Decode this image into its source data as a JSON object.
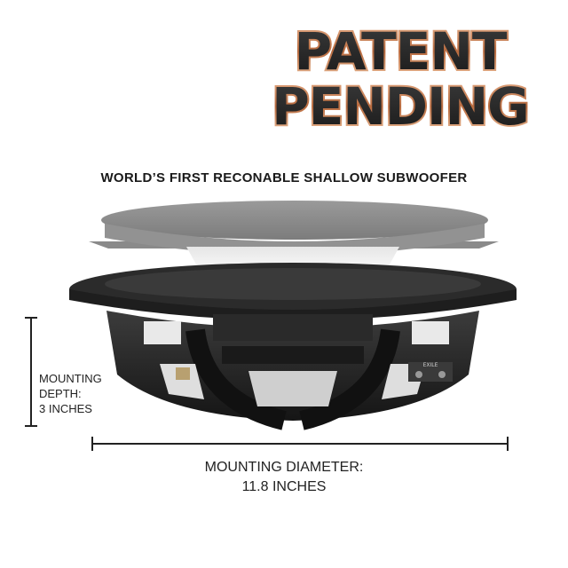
{
  "badge": {
    "line1": "PATENT",
    "line2": "PENDING",
    "fill_color": "#2a2a2a",
    "outline_color": "#c0825a"
  },
  "tagline": "WORLD’S FIRST RECONABLE SHALLOW SUBWOOFER",
  "product": {
    "terminal_text": "EXILE"
  },
  "depth": {
    "line1": "MOUNTING",
    "line2": "DEPTH:",
    "line3": "3 INCHES"
  },
  "diameter": {
    "line1": "MOUNTING DIAMETER:",
    "line2": "11.8 INCHES"
  }
}
